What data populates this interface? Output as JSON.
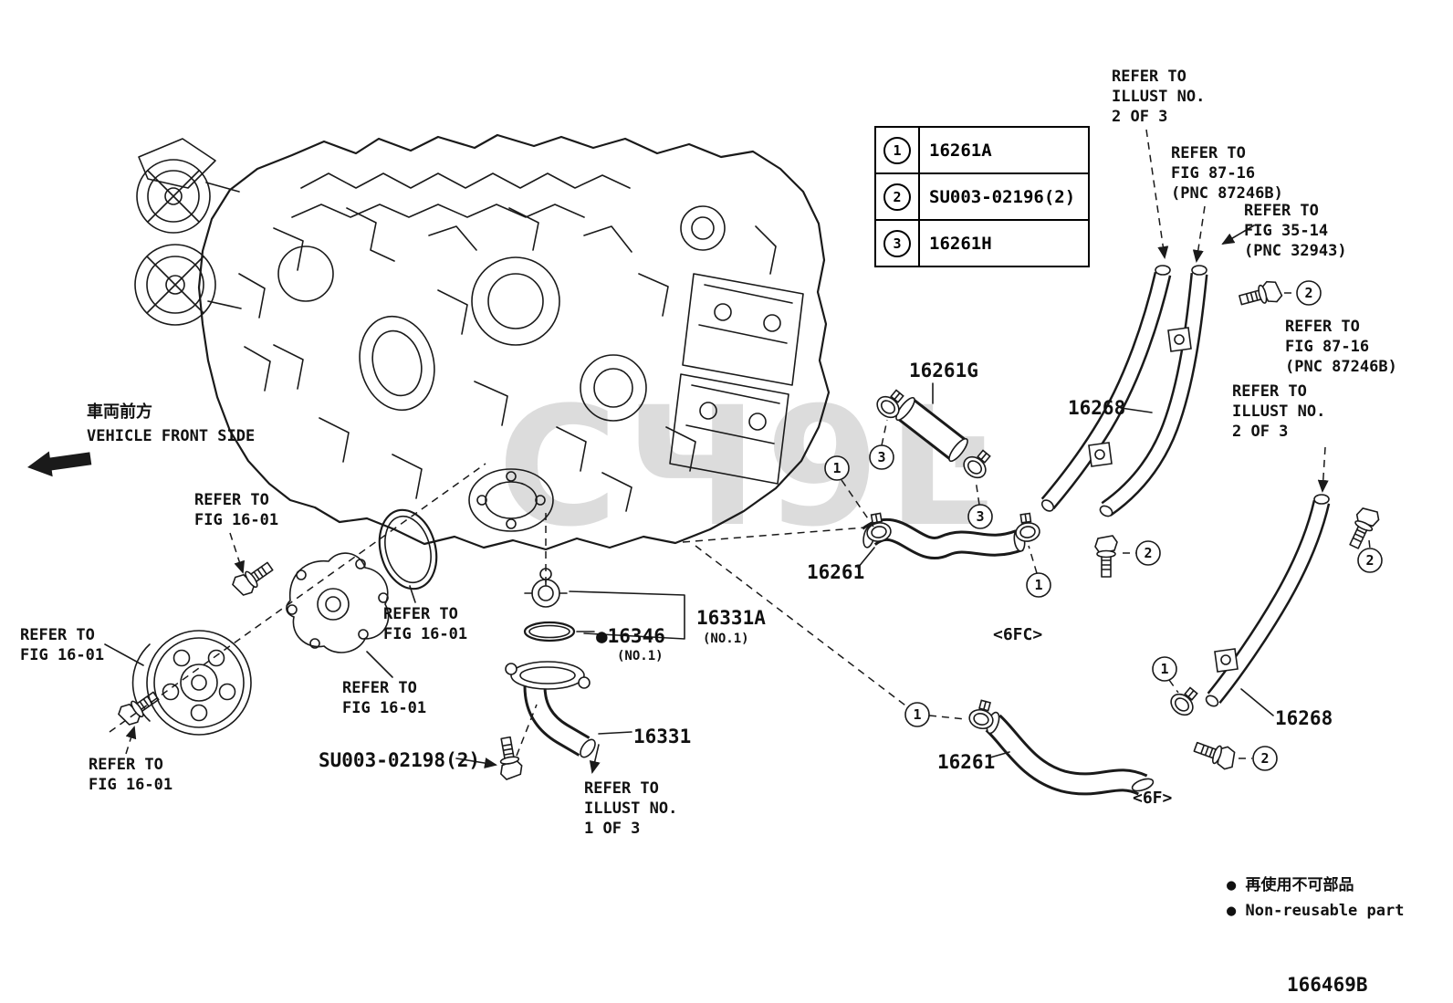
{
  "doc": {
    "number": "166469B"
  },
  "watermark": {
    "text": "CЧ9Ŀ"
  },
  "legend": {
    "rows": [
      {
        "num": "1",
        "part": "16261A"
      },
      {
        "num": "2",
        "part": "SU003-02196(2)"
      },
      {
        "num": "3",
        "part": "16261H"
      }
    ]
  },
  "callouts": {
    "n1": "1",
    "n2": "2",
    "n3": "3"
  },
  "labels": {
    "vehicle_front_jp": "車両前方",
    "vehicle_front_en": "VEHICLE FRONT SIDE",
    "refer_fig_16_01": "REFER TO\nFIG 16-01",
    "refer_illust_2_of_3": "REFER TO\nILLUST NO.\n2 OF 3",
    "refer_illust_1_of_3": "REFER TO\nILLUST NO.\n1 OF 3",
    "refer_fig_87_16": "REFER TO\nFIG 87-16\n(PNC 87246B)",
    "refer_fig_35_14": "REFER TO\nFIG 35-14\n(PNC 32943)",
    "part_16261g": "16261G",
    "part_16268": "16268",
    "part_16261": "16261",
    "part_16331a": "16331A",
    "part_16346": "●16346",
    "no1_note": "(NO.1)",
    "part_16331": "16331",
    "su003_02198": "SU003-02198(2)",
    "variant_6fc": "<6FC>",
    "variant_6f": "<6F>",
    "nonreusable_jp": "● 再使用不可部品",
    "nonreusable_en": "● Non-reusable part"
  }
}
